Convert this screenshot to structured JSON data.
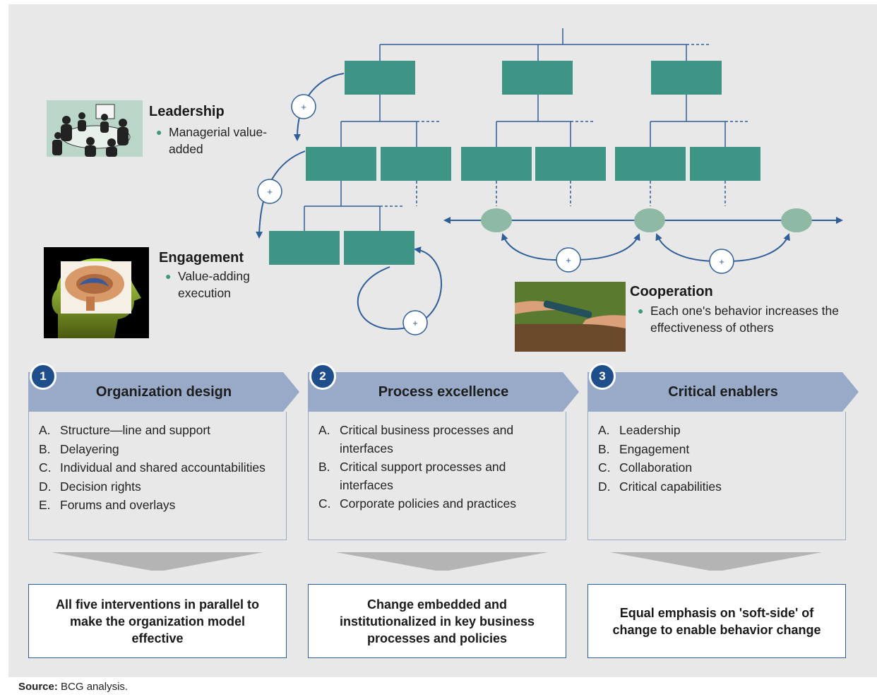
{
  "labels": {
    "leadership": {
      "title": "Leadership",
      "bullets": [
        "Managerial value-added"
      ]
    },
    "engagement": {
      "title": "Engagement",
      "bullets": [
        "Value-adding execution"
      ]
    },
    "cooperation": {
      "title": "Cooperation",
      "bullets": [
        "Each one's behavior increases the effectiveness of others"
      ]
    }
  },
  "loop_symbol": "+",
  "phases": [
    {
      "number": "1",
      "title": "Organization design",
      "items": [
        {
          "letter": "A.",
          "text": "Structure—line and support"
        },
        {
          "letter": "B.",
          "text": "Delayering"
        },
        {
          "letter": "C.",
          "text": "Individual and shared accountabilities"
        },
        {
          "letter": "D.",
          "text": "Decision rights"
        },
        {
          "letter": "E.",
          "text": "Forums and overlays"
        }
      ],
      "result": "All five interventions in parallel to make the organization model effective"
    },
    {
      "number": "2",
      "title": "Process excellence",
      "items": [
        {
          "letter": "A.",
          "text": "Critical business processes and interfaces"
        },
        {
          "letter": "B.",
          "text": "Critical support processes and interfaces"
        },
        {
          "letter": "C.",
          "text": "Corporate policies and practices"
        }
      ],
      "result": "Change embedded and institutionalized in key business processes and policies"
    },
    {
      "number": "3",
      "title": "Critical enablers",
      "items": [
        {
          "letter": "A.",
          "text": "Leadership"
        },
        {
          "letter": "B.",
          "text": "Engagement"
        },
        {
          "letter": "C.",
          "text": "Collaboration"
        },
        {
          "letter": "D.",
          "text": "Critical capabilities"
        }
      ],
      "result": "Equal emphasis on 'soft-side' of change to enable behavior change"
    }
  ],
  "source": {
    "label": "Source:",
    "text": "BCG analysis."
  },
  "colors": {
    "panel": "#e8e8e8",
    "org_box": "#3e9585",
    "line": "#2f5e99",
    "node": "#8eb9a4",
    "header": "#98aac8",
    "badge": "#1f4e8c",
    "bullet": "#3c9a7c"
  },
  "icons": {
    "leadership_image": "meeting-silhouette-icon",
    "engagement_image": "brain-profile-icon",
    "cooperation_image": "baton-handoff-icon"
  }
}
